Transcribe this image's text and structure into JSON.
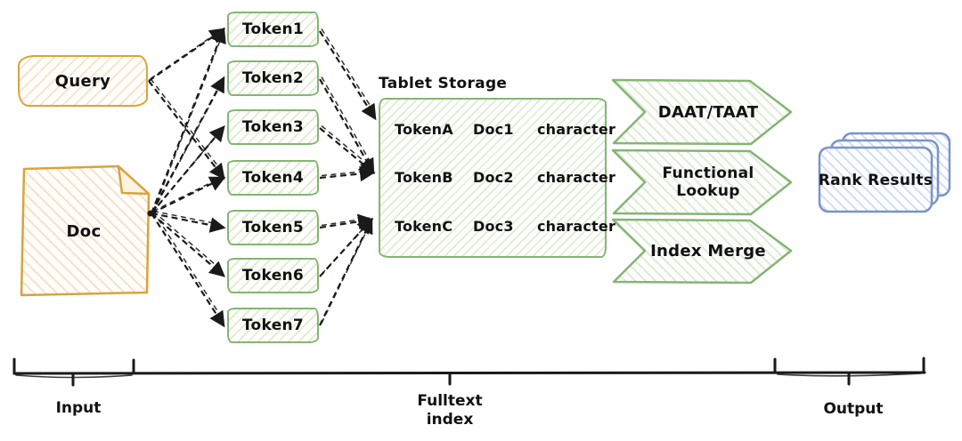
{
  "diagram": {
    "input": {
      "query_label": "Query",
      "doc_label": "Doc"
    },
    "tokens": [
      "Token1",
      "Token2",
      "Token3",
      "Token4",
      "Token5",
      "Token6",
      "Token7"
    ],
    "tablet": {
      "title": "Tablet Storage",
      "rows": [
        {
          "token": "TokenA",
          "doc": "Doc1",
          "value": "character"
        },
        {
          "token": "TokenB",
          "doc": "Doc2",
          "value": "character"
        },
        {
          "token": "TokenC",
          "doc": "Doc3",
          "value": "character"
        }
      ]
    },
    "stages": [
      "DAAT/TAAT",
      "Functional Lookup",
      "Index Merge"
    ],
    "output": {
      "rank_results_label": "Rank Results"
    },
    "sections": [
      {
        "label": "Input"
      },
      {
        "label": "Fulltext",
        "label2": "index"
      },
      {
        "label": "Output"
      }
    ],
    "connections": [
      {
        "from": "query",
        "to": "token1"
      },
      {
        "from": "query",
        "to": "token4"
      },
      {
        "from": "doc",
        "to": "token1"
      },
      {
        "from": "doc",
        "to": "token2"
      },
      {
        "from": "doc",
        "to": "token3"
      },
      {
        "from": "doc",
        "to": "token4"
      },
      {
        "from": "doc",
        "to": "token5"
      },
      {
        "from": "doc",
        "to": "token6"
      },
      {
        "from": "doc",
        "to": "token7"
      },
      {
        "from": "token1",
        "to": "rowA"
      },
      {
        "from": "token2",
        "to": "rowB"
      },
      {
        "from": "token3",
        "to": "rowB"
      },
      {
        "from": "token4",
        "to": "rowB"
      },
      {
        "from": "token5",
        "to": "rowC"
      },
      {
        "from": "token6",
        "to": "rowC"
      },
      {
        "from": "token7",
        "to": "rowC"
      }
    ],
    "colors": {
      "input_accent": "#D9A43B",
      "index_accent": "#85B573",
      "output_accent": "#7A94C8",
      "arrow": "#1a1a1a"
    }
  }
}
